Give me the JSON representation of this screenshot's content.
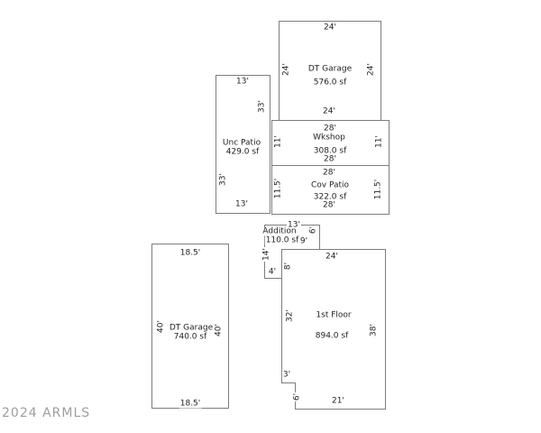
{
  "watermark": "2024 ARMLS",
  "colors": {
    "background": "#ffffff",
    "outline": "#7d7d7d",
    "text": "#1f1f1f",
    "watermark": "#8e8e8e"
  },
  "rooms": {
    "dt_garage_top": {
      "name": "DT Garage",
      "area": "576.0 sf",
      "dim_top": "24'",
      "dim_left": "24'",
      "dim_right": "24'",
      "dim_bottom": "24'"
    },
    "unc_patio": {
      "name": "Unc Patio",
      "area": "429.0 sf",
      "dim_top": "13'",
      "dim_right": "33'",
      "dim_left": "33'",
      "dim_bottom": "13'"
    },
    "wkshop": {
      "name": "Wkshop",
      "area": "308.0 sf",
      "dim_top": "28'",
      "dim_left": "11'",
      "dim_right": "11'",
      "dim_bottom": "28'"
    },
    "cov_patio": {
      "name": "Cov Patio",
      "area": "322.0 sf",
      "dim_top": "28'",
      "dim_left": "11.5'",
      "dim_right": "11.5'",
      "dim_bottom": "28'"
    },
    "addition": {
      "name": "Addition",
      "area": "110.0 sf",
      "dim_top": "13'",
      "dim_right": "6'",
      "dim_inner": "9'",
      "dim_left": "14'",
      "dim_bottom": "4'"
    },
    "first_floor": {
      "name": "1st Floor",
      "area": "894.0 sf",
      "dim_top": "24'",
      "dim_upper_left": "8'",
      "dim_left": "32'",
      "dim_right": "38'",
      "dim_step": "3'",
      "dim_lower_left": "6'",
      "dim_bottom": "21'"
    },
    "dt_garage_bottom": {
      "name": "DT Garage",
      "area": "740.0 sf",
      "dim_top": "18.5'",
      "dim_left": "40'",
      "dim_right": "40'",
      "dim_bottom": "18.5'"
    }
  }
}
